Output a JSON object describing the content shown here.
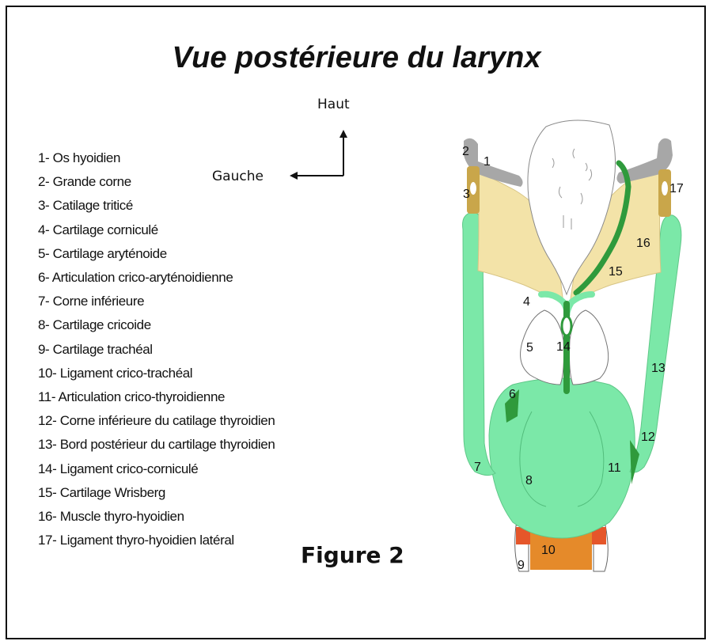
{
  "title": "Vue postérieure du larynx",
  "orientation": {
    "up": "Haut",
    "left": "Gauche"
  },
  "legend": [
    "1- Os hyoidien",
    "2- Grande corne",
    "3- Catilage triticé",
    "4- Cartilage corniculé",
    "5- Cartilage aryténoide",
    "6- Articulation crico-aryténoidienne",
    "7- Corne inférieure",
    "8- Cartilage cricoide",
    "9- Cartilage trachéal",
    "10- Ligament crico-trachéal",
    "11- Articulation crico-thyroidienne",
    "12- Corne inférieure du catilage thyroidien",
    "13- Bord postérieur du cartilage thyroidien",
    "14- Ligament crico-corniculé",
    "15- Cartilage Wrisberg",
    "16- Muscle thyro-hyoidien",
    "17- Ligament thyro-hyoidien latéral"
  ],
  "figure_caption": "Figure 2",
  "diagram_numbers": [
    "1",
    "2",
    "3",
    "4",
    "5",
    "6",
    "7",
    "8",
    "9",
    "10",
    "11",
    "12",
    "13",
    "14",
    "15",
    "16",
    "17"
  ],
  "colors": {
    "thyroid_green": "#7be8a8",
    "dark_green": "#2f9a3c",
    "muscle_yellow": "#f3e3a8",
    "ligament_tan": "#c9a64a",
    "hyoid_gray": "#a7a7a7",
    "trachea_orange": "#e58a2a"
  }
}
